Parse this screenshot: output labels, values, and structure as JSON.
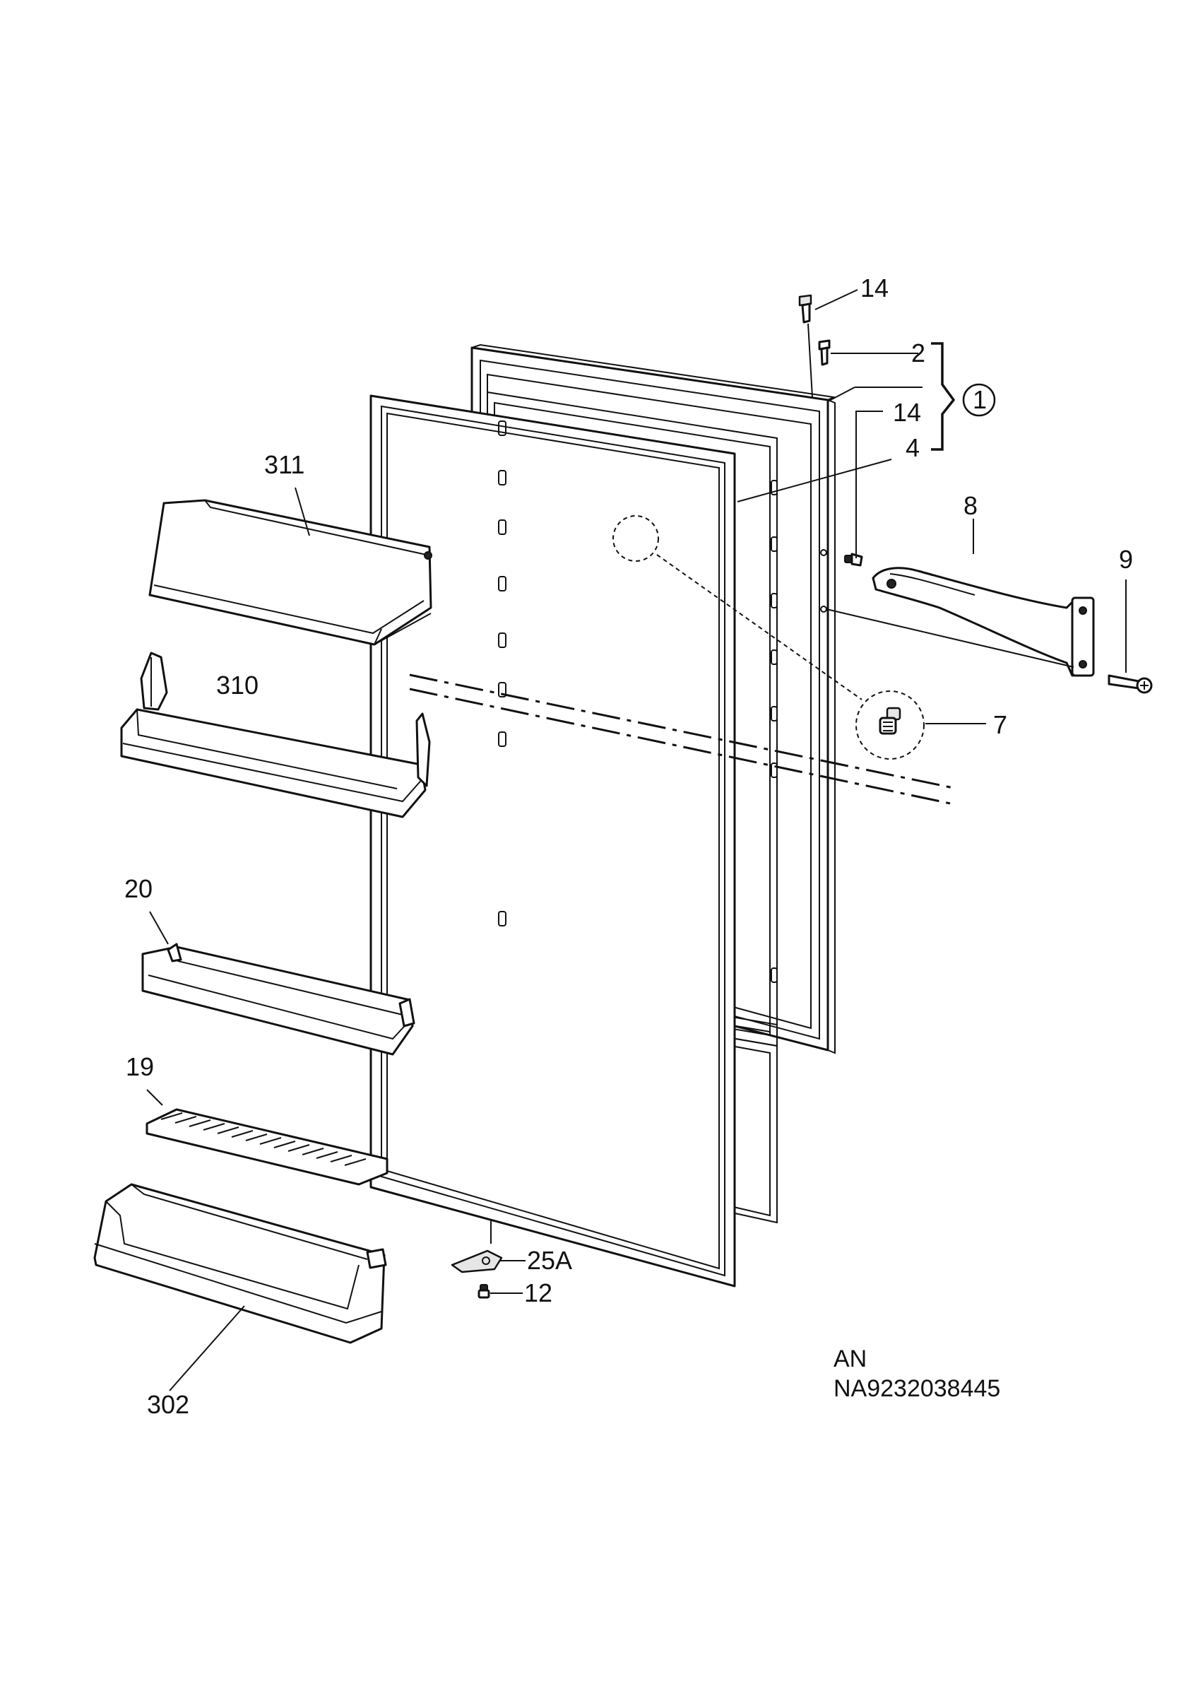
{
  "diagram": {
    "callouts": {
      "c14_top": "14",
      "c2": "2",
      "c1": "1",
      "c14_mid": "14",
      "c4": "4",
      "c8": "8",
      "c9": "9",
      "c7": "7",
      "c311": "311",
      "c310": "310",
      "c20": "20",
      "c19": "19",
      "c302": "302",
      "c25A": "25A",
      "c12": "12"
    },
    "code": {
      "line1": "AN",
      "line2": "NA9232038445"
    }
  }
}
